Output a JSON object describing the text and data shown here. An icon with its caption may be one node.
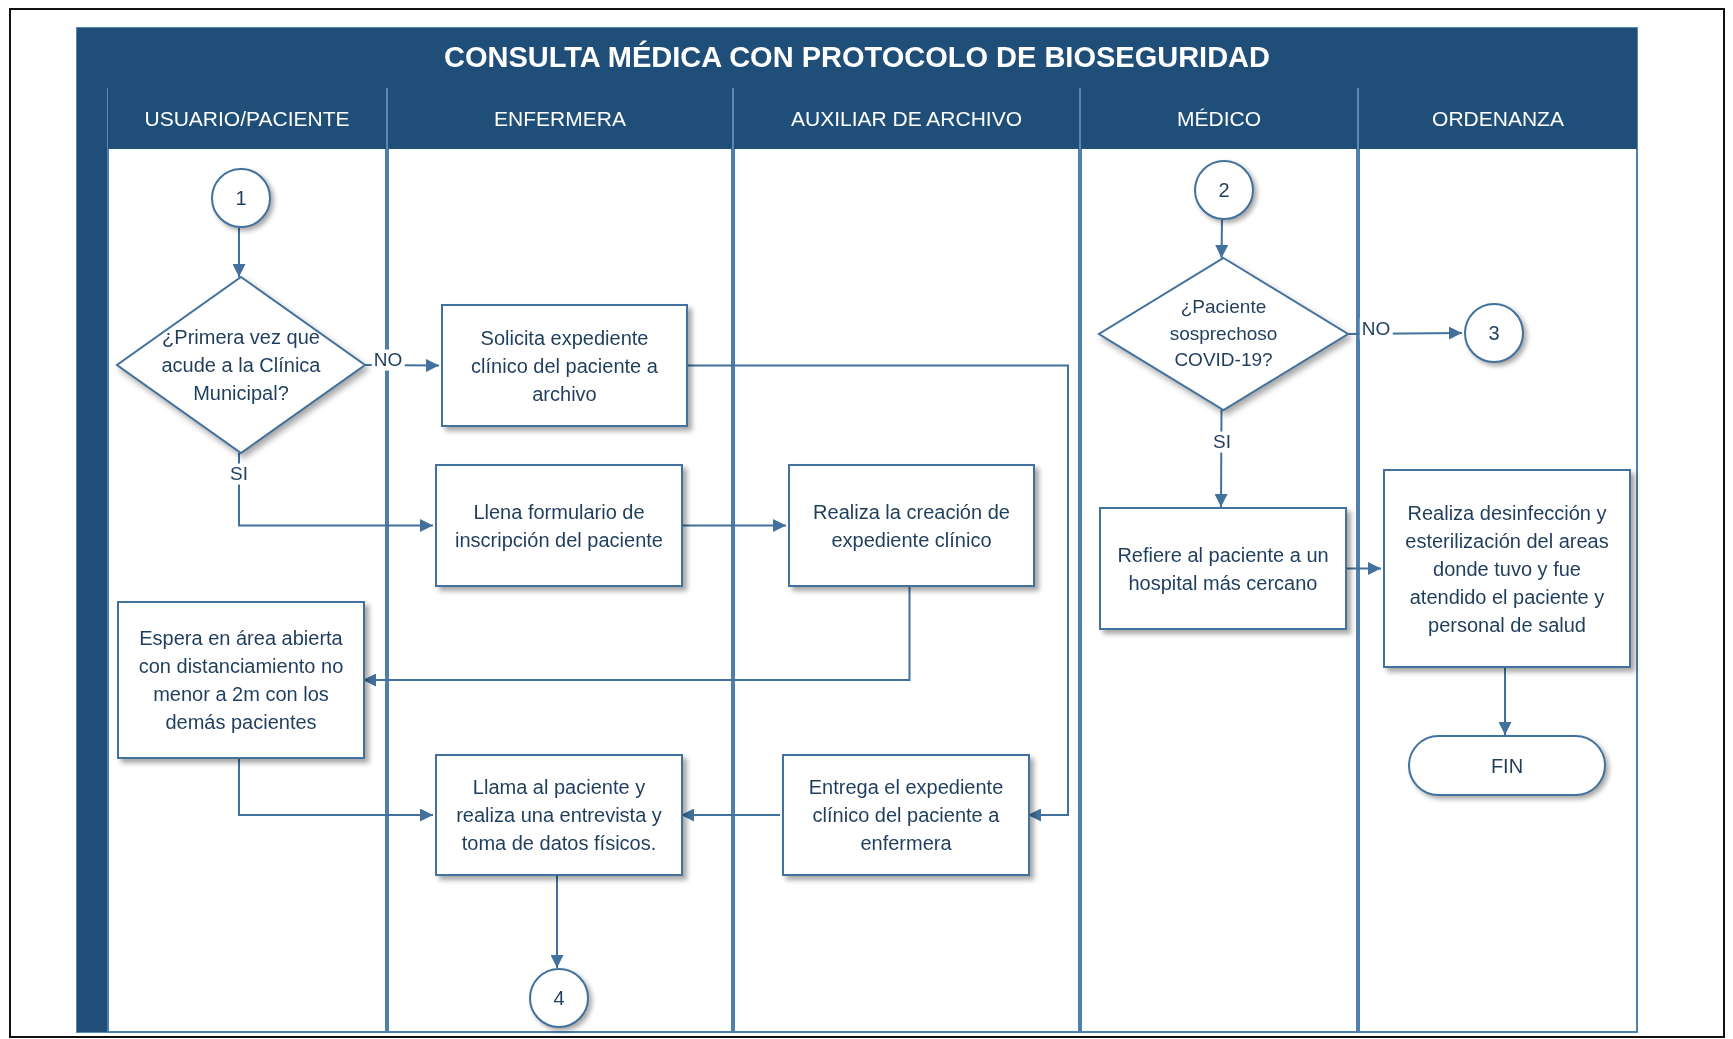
{
  "diagram": {
    "title": "CONSULTA MÉDICA CON PROTOCOLO DE BIOSEGURIDAD",
    "nodes": [
      {
        "text": [
          "USUARIO/PACIENTE"
        ]
      },
      {
        "text": [
          "ENFERMERA"
        ]
      },
      {
        "text": [
          "AUXILIAR DE ARCHIVO"
        ]
      },
      {
        "text": [
          "MÉDICO"
        ]
      },
      {
        "text": [
          "ORDENANZA"
        ]
      },
      {
        "text": [
          "1"
        ],
        "in": 0
      },
      {
        "text": [
          "¿Primera vez que acude a la Clínica Municipal?"
        ],
        "in": 0
      },
      {
        "text": [
          "Solicita expediente clínico del paciente a archivo"
        ],
        "in": 1
      },
      {
        "text": [
          "Llena formulario de inscripción del paciente"
        ],
        "in": 1
      },
      {
        "text": [
          "Realiza la creación de expediente clínico"
        ],
        "in": 2
      },
      {
        "text": [
          "Espera  en área abierta con distanciamiento no menor a 2m con los demás pacientes"
        ],
        "in": 0
      },
      {
        "text": [
          "Llama al paciente y realiza una entrevista y toma de datos físicos."
        ],
        "in": 1
      },
      {
        "text": [
          "Entrega el expediente clínico del paciente a enfermera"
        ],
        "in": 2
      },
      {
        "text": [
          "4"
        ],
        "in": 1
      },
      {
        "text": [
          "2"
        ],
        "in": 3
      },
      {
        "text": [
          "¿Paciente sosprechoso COVID-19?"
        ],
        "in": 3
      },
      {
        "text": [
          "3"
        ],
        "in": 4
      },
      {
        "text": [
          "Refiere al paciente a un hospital más cercano"
        ],
        "in": 3
      },
      {
        "text": [
          "Realiza desinfección y esterilización del areas donde tuvo y fue atendido el paciente y personal de salud"
        ],
        "in": 4
      },
      {
        "text": [
          "FIN"
        ],
        "in": 4
      }
    ],
    "edges": [
      {
        "from": 5,
        "to": 6,
        "arrow": "to"
      },
      {
        "from": 6,
        "to": 7,
        "arrow": "to",
        "label": "NO"
      },
      {
        "from": 6,
        "to": 8,
        "arrow": "to",
        "label": "SI"
      },
      {
        "from": 7,
        "to": 12,
        "arrow": "to"
      },
      {
        "from": 8,
        "to": 9,
        "arrow": "to"
      },
      {
        "from": 9,
        "to": 10,
        "arrow": "to"
      },
      {
        "from": 10,
        "to": 11,
        "arrow": "to"
      },
      {
        "from": 12,
        "to": 11,
        "arrow": "to"
      },
      {
        "from": 11,
        "to": 13,
        "arrow": "to"
      },
      {
        "from": 14,
        "to": 15,
        "arrow": "to"
      },
      {
        "from": 15,
        "to": 16,
        "arrow": "to",
        "label": "NO"
      },
      {
        "from": 15,
        "to": 17,
        "arrow": "to",
        "label": "SI"
      },
      {
        "from": 17,
        "to": 18,
        "arrow": "to"
      },
      {
        "from": 18,
        "to": 19,
        "arrow": "to"
      }
    ]
  }
}
